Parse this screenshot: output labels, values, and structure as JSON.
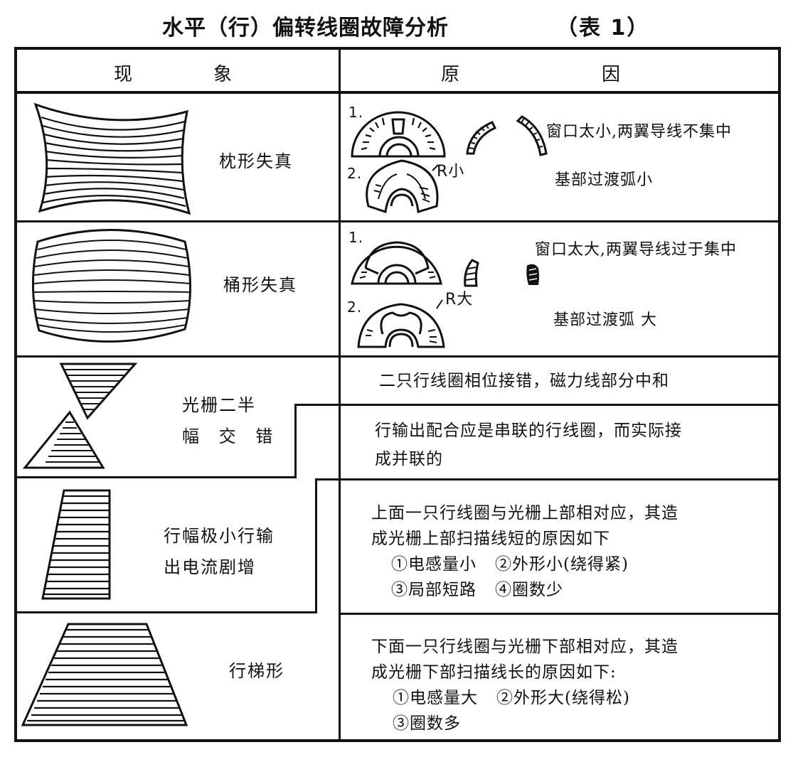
{
  "title": {
    "main": "水平（行）偏转线圈故障分析",
    "table_no": "（表 1）"
  },
  "header": {
    "phenomenon_1": "现",
    "phenomenon_2": "象",
    "cause_1": "原",
    "cause_2": "因"
  },
  "rows": [
    {
      "phenomenon": "枕形失真",
      "shape": "pincushion",
      "causes": {
        "item1_num": "1.",
        "item1_text": "窗口太小,两翼导线不集中",
        "item2_num": "2.",
        "item2_label": "R小",
        "item2_text": "基部过渡弧小"
      }
    },
    {
      "phenomenon": "桶形失真",
      "shape": "barrel",
      "causes": {
        "item1_num": "1.",
        "item1_text": "窗口太大,两翼导线过于集中",
        "item2_num": "2.",
        "item2_label": "R大",
        "item2_text": "基部过渡弧 大"
      }
    },
    {
      "phenomenon_line1": "光栅二半",
      "phenomenon_line2": "幅 交 错",
      "shape": "hourglass",
      "causes": {
        "cause_a": "二只行线圈相位接错，磁力线部分中和",
        "cause_b_line1": "行输出配合应是串联的行线圈，而实际接",
        "cause_b_line2": "成并联的"
      }
    },
    {
      "phenomenon_line1": "行幅极小行输",
      "phenomenon_line2": "出电流剧增",
      "shape": "narrow-trapezoid",
      "causes": {
        "line1": "上面一只行线圈与光栅上部相对应，其造",
        "line2": "成光栅上部扫描线短的原因如下",
        "items": [
          "①电感量小",
          "②外形小(绕得紧)",
          "③局部短路",
          "④圈数少"
        ]
      }
    },
    {
      "phenomenon": "行梯形",
      "shape": "trapezoid",
      "causes": {
        "line1": "下面一只行线圈与光栅下部相对应，其造",
        "line2": "成光栅下部扫描线长的原因如下:",
        "items": [
          "①电感量大",
          "②外形大(绕得松)",
          "③圈数多"
        ]
      }
    }
  ]
}
